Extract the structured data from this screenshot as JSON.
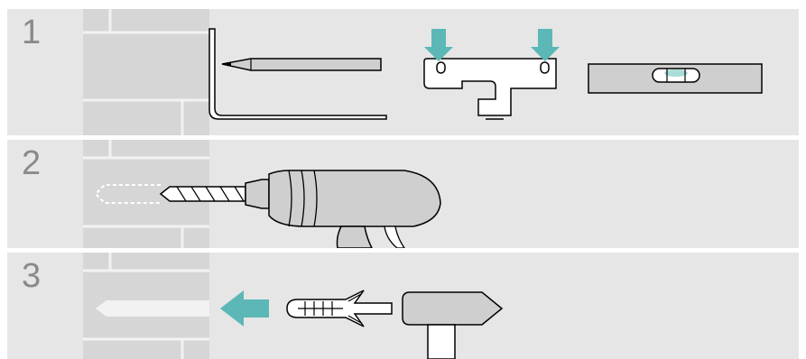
{
  "steps": [
    {
      "number": "1",
      "tools": [
        "wall",
        "set-square",
        "pencil",
        "bracket-template",
        "spirit-level"
      ]
    },
    {
      "number": "2",
      "tools": [
        "wall",
        "drill-hole",
        "power-drill"
      ]
    },
    {
      "number": "3",
      "tools": [
        "wall",
        "drilled-hole",
        "wall-plug",
        "hammer"
      ]
    }
  ],
  "colors": {
    "panel": "#e6e6e6",
    "wall": "#d6d6d6",
    "mortar": "#f2f2f2",
    "tool": "#cfcfcf",
    "outline": "#000000",
    "accent": "#5bb8b6",
    "number": "#8a8a8a"
  }
}
